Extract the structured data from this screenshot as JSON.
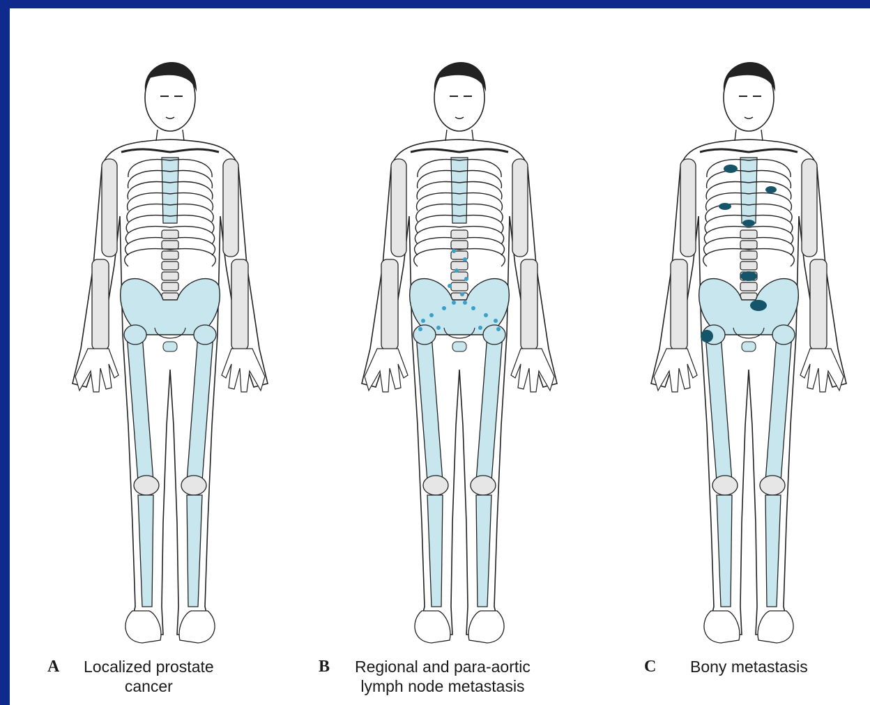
{
  "panels": [
    {
      "letter": "A",
      "text": "Localized prostate\ncancer",
      "line1": "Localized prostate",
      "line2": "cancer"
    },
    {
      "letter": "B",
      "text": "Regional and para-aortic\nlymph node metastasis",
      "line1": "Regional and para-aortic",
      "line2": "lymph node metastasis"
    },
    {
      "letter": "C",
      "text": "Bony metastasis",
      "line1": "Bony metastasis",
      "line2": ""
    }
  ],
  "colors": {
    "background": "#0d2a8c",
    "bone_fill": "#e6e6e6",
    "highlight": "#c8e6ee",
    "lymph_dots": "#3aa0c8",
    "bone_mets": "#16546a"
  }
}
